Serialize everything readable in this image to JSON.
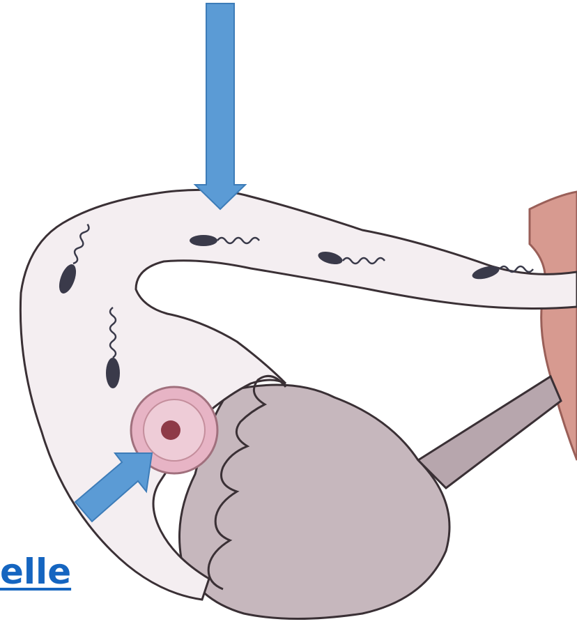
{
  "diagram": {
    "partial_label": "elle"
  },
  "colors": {
    "tube_fill": "#f4eef1",
    "tube_stroke": "#3a3035",
    "ovary_fill": "#c6b7bd",
    "uterus_fill": "#d79a90",
    "ovum_outer": "#e7b4c5",
    "ovum_nucleus": "#8e3a47",
    "sperm": "#3a3a4a",
    "arrow": "#5b9bd5",
    "label": "#1565c0"
  },
  "icons": [
    "down-arrow",
    "diagonal-arrow",
    "ovum",
    "sperm-cell"
  ]
}
